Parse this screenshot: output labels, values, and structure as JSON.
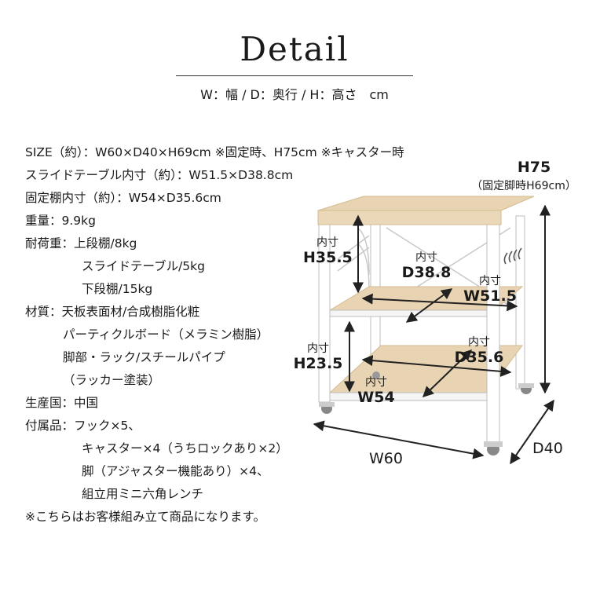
{
  "title": "Detail",
  "legend": "W：幅 / D：奥行 / H：高さ　cm",
  "specs": [
    "SIZE（約）：W60×D40×H69cm ※固定時、H75cm ※キャスター時",
    "スライドテーブル内寸（約）：W51.5×D38.8cm",
    "固定棚内寸（約）：W54×D35.6cm",
    "重量：9.9kg",
    "耐荷重：上段棚/8kg",
    "スライドテーブル/5kg",
    "下段棚/15kg",
    "材質：天板表面材/合成樹脂化粧",
    "パーティクルボード（メラミン樹脂）",
    "脚部・ラック/スチールパイプ",
    "（ラッカー塗装）",
    "生産国：中国",
    "付属品：フック×5、",
    "キャスター×4（うちロックあり×2）",
    "脚（アジャスター機能あり）×4、",
    "組立用ミニ六角レンチ",
    "※こちらはお客様組み立て商品になります。"
  ],
  "dims": {
    "h75": "H75",
    "h75_note": "（固定脚時H69cm）",
    "inner": "内寸",
    "h35": "H35.5",
    "d38": "D38.8",
    "w51": "W51.5",
    "h23": "H23.5",
    "d35": "D35.6",
    "w54": "W54",
    "w60": "W60",
    "d40": "D40"
  },
  "colors": {
    "wood": "#e8d4b2",
    "wood_edge": "#d3bb93",
    "frame": "#ffffff",
    "frame_stroke": "#bdbdbd",
    "arrow": "#222222"
  }
}
